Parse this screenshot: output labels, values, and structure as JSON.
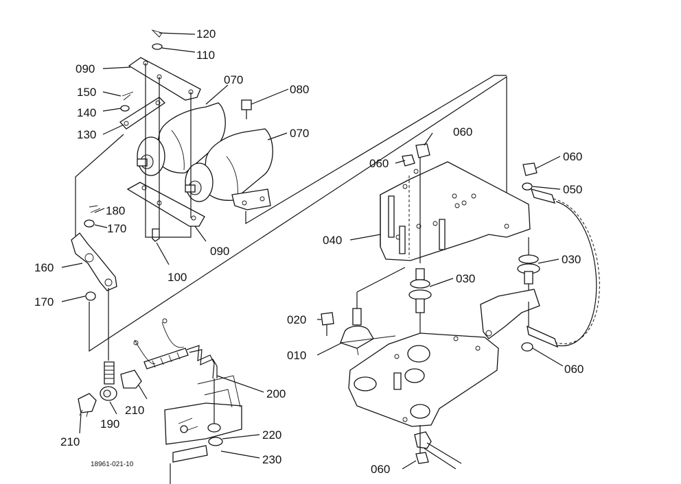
{
  "diagram": {
    "figure_code": "18961-021-10",
    "callouts": {
      "c120": "120",
      "c110": "110",
      "c090a": "090",
      "c070a": "070",
      "c080": "080",
      "c150": "150",
      "c140": "140",
      "c130": "130",
      "c070b": "070",
      "c060a": "060",
      "c060b": "060",
      "c060c": "060",
      "c050": "050",
      "c180": "180",
      "c170a": "170",
      "c090b": "090",
      "c040": "040",
      "c160": "160",
      "c100": "100",
      "c030a": "030",
      "c030b": "030",
      "c170b": "170",
      "c020": "020",
      "c010": "010",
      "c060d": "060",
      "c200": "200",
      "c210a": "210",
      "c210b": "210",
      "c190": "190",
      "c220": "220",
      "c230": "230",
      "c060e": "060"
    }
  }
}
